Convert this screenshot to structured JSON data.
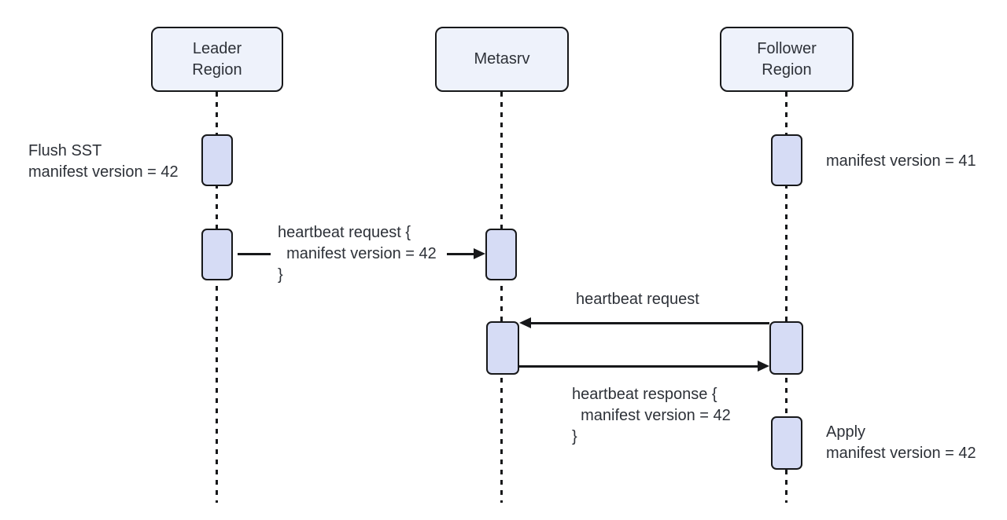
{
  "diagram": {
    "type": "sequence-diagram",
    "colors": {
      "background": "#ffffff",
      "actor_fill": "#eef2fb",
      "activation_fill": "#d6dcf5",
      "stroke": "#17181a",
      "text": "#2d3138"
    },
    "actors": [
      {
        "id": "leader-region",
        "label": "Leader\nRegion"
      },
      {
        "id": "metasrv",
        "label": "Metasrv"
      },
      {
        "id": "follower-region",
        "label": "Follower\nRegion"
      }
    ],
    "notes": {
      "leader_flush": "Flush SST\nmanifest version = 42",
      "follower_version": "manifest version = 41",
      "follower_apply": "Apply\nmanifest version = 42"
    },
    "messages": {
      "leader_to_metasrv": {
        "text": "heartbeat request {\n  manifest version = 42\n}",
        "from": "Leader Region",
        "to": "Metasrv",
        "direction": "right"
      },
      "follower_to_metasrv": {
        "text": "heartbeat request",
        "from": "Follower Region",
        "to": "Metasrv",
        "direction": "left"
      },
      "metasrv_to_follower": {
        "text": "heartbeat response {\n  manifest version = 42\n}",
        "from": "Metasrv",
        "to": "Follower Region",
        "direction": "right"
      }
    }
  }
}
